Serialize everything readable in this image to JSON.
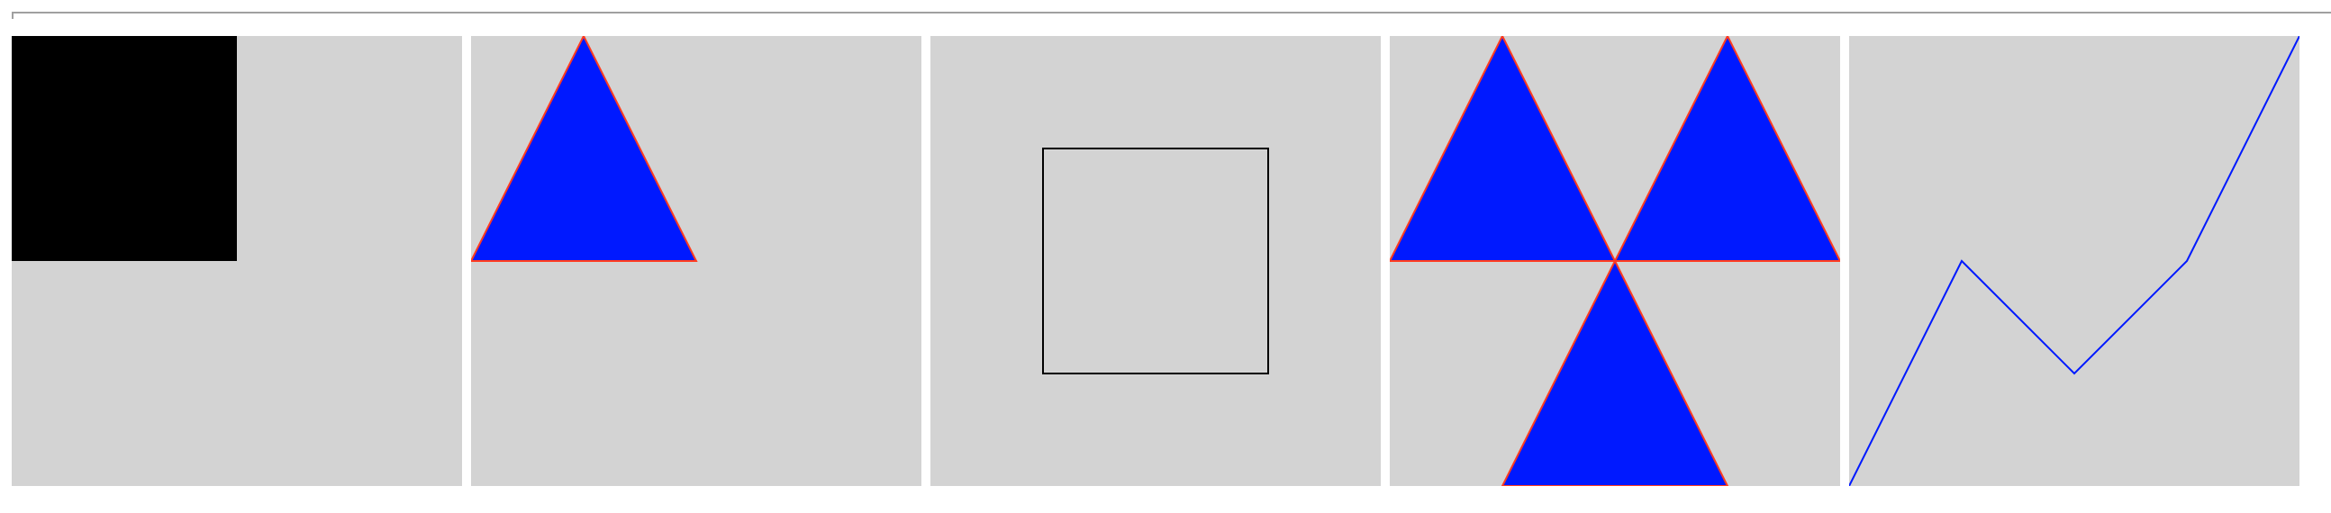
{
  "colors": {
    "page_background": "#ffffff",
    "panel_background": "#d3d3d3",
    "square_fill": "#000000",
    "triangle_fill": "#0019ff",
    "triangle_stroke": "#ff3b1f",
    "outline_stroke": "#000000",
    "polyline_stroke": "#0019ff",
    "top_rule": "#a0a0a0"
  },
  "panels": [
    {
      "shape": "filled-square",
      "icon": "square-icon"
    },
    {
      "shape": "filled-triangle",
      "icon": "triangle-icon"
    },
    {
      "shape": "outlined-square",
      "icon": "square-outline-icon"
    },
    {
      "shape": "three-triangles",
      "icon": "triforce-icon"
    },
    {
      "shape": "zigzag-line",
      "icon": "polyline-icon"
    }
  ]
}
